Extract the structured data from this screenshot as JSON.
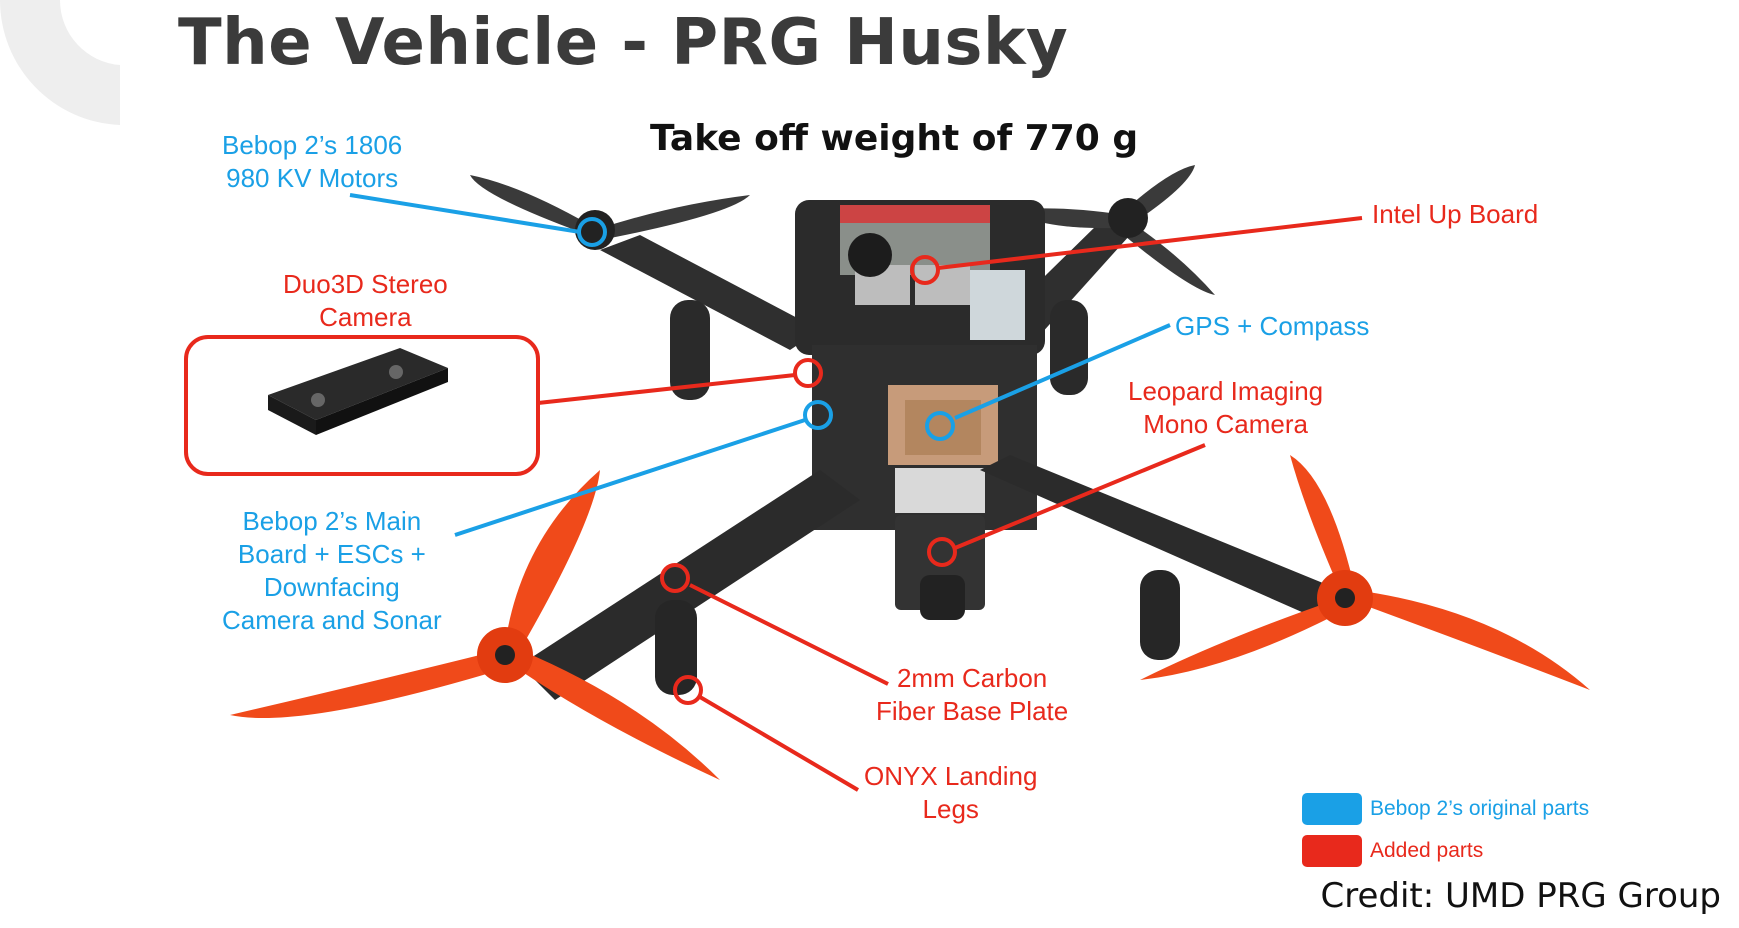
{
  "header": {
    "title": "The Vehicle - PRG Husky"
  },
  "subtitle": "Take off weight of 770 g",
  "colors": {
    "original": "#1aa0e6",
    "added": "#e8291c",
    "frame": "#2b2b2b"
  },
  "callouts": {
    "motors": {
      "line1": "Bebop 2’s 1806",
      "line2": "980 KV Motors"
    },
    "duo3d": {
      "line1": "Duo3D Stereo",
      "line2": "Camera"
    },
    "intel": {
      "line1": "Intel Up Board"
    },
    "gps": {
      "line1": "GPS + Compass"
    },
    "leopard": {
      "line1": "Leopard Imaging",
      "line2": "Mono Camera"
    },
    "mainboard": {
      "line1": "Bebop 2’s Main",
      "line2": "Board + ESCs +",
      "line3": "Downfacing",
      "line4": "Camera and Sonar"
    },
    "baseplate": {
      "line1": "2mm Carbon",
      "line2": "Fiber Base Plate"
    },
    "legs": {
      "line1": "ONYX Landing",
      "line2": "Legs"
    }
  },
  "legend": {
    "original": "Bebop 2’s original parts",
    "added": "Added parts"
  },
  "credit": "Credit: UMD PRG Group"
}
